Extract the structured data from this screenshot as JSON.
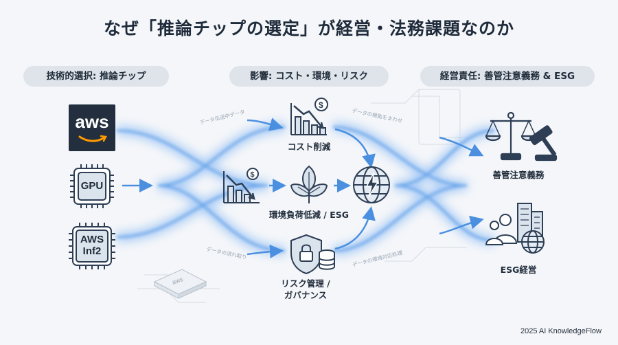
{
  "title": "なぜ「推論チップの選定」が経営・法務課題なのか",
  "headers": {
    "left": "技術的選択: 推論チップ",
    "middle": "影響: コスト・環境・リスク",
    "right": "経営責任: 善管注意義務 & ESG"
  },
  "chips": {
    "aws_logo": "aws",
    "gpu": "GPU",
    "inf2_line1": "AWS",
    "inf2_line2": "Inf2"
  },
  "impacts": {
    "cost": "コスト削減",
    "environment": "環境負荷低減 / ESG",
    "risk_line1": "リスク管理 /",
    "risk_line2": "ガバナンス"
  },
  "responsibilities": {
    "duty": "善管注意義務",
    "esg": "ESG経営"
  },
  "flow_labels": {
    "top_left": "データ伝送中データ",
    "top_right": "データの機能をまわせ",
    "bottom_left": "データの流れ取り",
    "bottom_right": "データの環境対応処理"
  },
  "colors": {
    "accent": "#4a8fe0",
    "glow": "#9cc4f5",
    "dark": "#232f3e",
    "icon_stroke": "#2d3e55"
  },
  "footer": "2025 AI KnowledgeFlow"
}
